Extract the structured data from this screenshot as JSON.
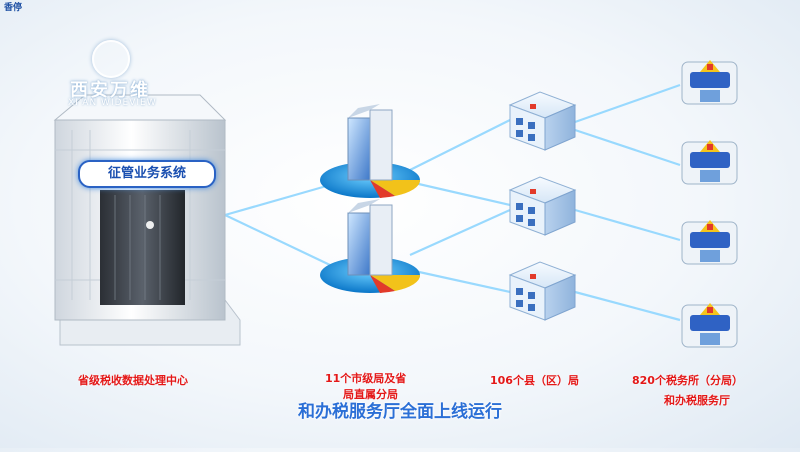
{
  "corner_tag": "香停",
  "logo": {
    "main": "西安万维",
    "sub": "XI'AN WIDEVIEW"
  },
  "system_label": "征管业务系统",
  "labels": {
    "provincial_center": "省级税收数据处理中心",
    "city_bureaus_line1": "11个市级局及省",
    "city_bureaus_line2": "局直属分局",
    "county_bureaus": "106个县（区）局",
    "tax_offices_line1": "820个税务所（分局）",
    "tax_offices_line2": "和办税服务厅"
  },
  "caption": "和办税服务厅全面上线运行",
  "colors": {
    "link": "#7fd0ff",
    "label_red": "#e41818",
    "caption_blue": "#2b6fd6",
    "accent_blue": "#2a62c4"
  }
}
